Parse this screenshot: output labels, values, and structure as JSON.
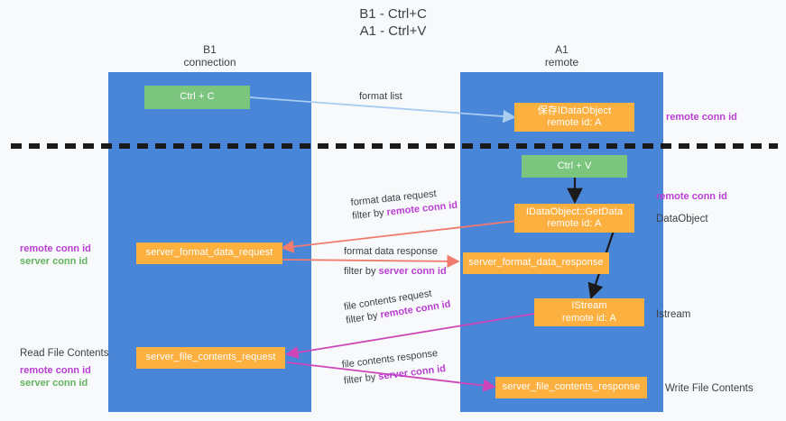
{
  "title": {
    "line1": "B1 - Ctrl+C",
    "line2": "A1 - Ctrl+V"
  },
  "columns": [
    {
      "name": "B1",
      "role": "connection"
    },
    {
      "name": "A1",
      "role": "remote"
    }
  ],
  "colors": {
    "lane": "#4a86d8",
    "node_green": "#7cc57e",
    "node_orange": "#fbb040",
    "accent_purple": "#b83fd1",
    "accent_green": "#62b35f",
    "arrow_blue": "#a8cdf0",
    "arrow_red": "#ef7b6e",
    "arrow_magenta": "#cc44b8",
    "arrow_black": "#1a1a1a",
    "divider": "#1a1a1a",
    "background": "#f8f9fa",
    "text": "#3c4043"
  },
  "nodes": {
    "ctrl_c": {
      "label": "Ctrl + C",
      "kind": "green"
    },
    "store_data_object": {
      "line1": "保存IDataObject",
      "line2": "remote id: A",
      "kind": "orange"
    },
    "ctrl_v": {
      "label": "Ctrl + V",
      "kind": "green"
    },
    "get_data": {
      "line1": "IDataObject::GetData",
      "line2": "remote id: A",
      "kind": "orange"
    },
    "server_format_data_request": {
      "label": "server_format_data_request",
      "kind": "orange"
    },
    "server_format_data_response": {
      "label": "server_format_data_response",
      "kind": "orange"
    },
    "istream": {
      "line1": "IStream",
      "line2": "remote id: A",
      "kind": "orange"
    },
    "server_file_contents_request": {
      "label": "server_file_contents_request",
      "kind": "orange"
    },
    "server_file_contents_response": {
      "label": "server_file_contents_response",
      "kind": "orange"
    }
  },
  "edges": {
    "format_list": {
      "label": "format list"
    },
    "format_data_request": {
      "label": "format data request",
      "filter_prefix": "filter by ",
      "filter_key": "remote conn id"
    },
    "format_data_response": {
      "label": "format data response",
      "filter_prefix": "filter by ",
      "filter_key": "server conn id"
    },
    "file_contents_request": {
      "label": "file contents request",
      "filter_prefix": "filter by ",
      "filter_key": "remote conn id"
    },
    "file_contents_response": {
      "label": "file contents response",
      "filter_prefix": "filter by ",
      "filter_key": "server conn id"
    }
  },
  "annotations": {
    "right_remote_conn_id_top": "remote conn id",
    "right_remote_conn_id_mid": "remote conn id",
    "right_data_object": "DataObject",
    "right_istream": "Istream",
    "right_write_file_contents": "Write File Contents",
    "left_remote_conn_id_1": "remote conn id",
    "left_server_conn_id_1": "server conn id",
    "left_read_file_contents": "Read File Contents",
    "left_remote_conn_id_2": "remote conn id",
    "left_server_conn_id_2": "server conn id"
  }
}
